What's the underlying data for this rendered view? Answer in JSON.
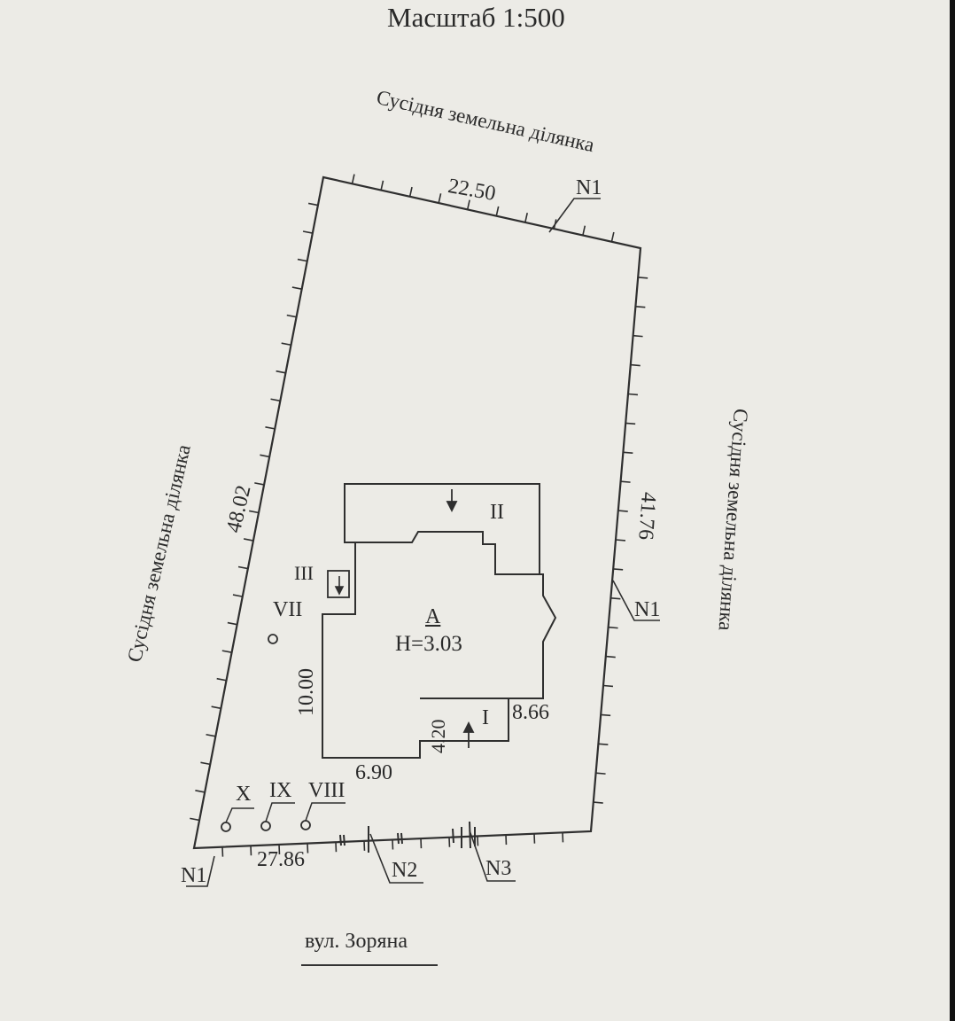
{
  "title": "Масштаб 1:500",
  "neighbor_label": "Сусідня земельна ділянка",
  "street": "вул. Зоряна",
  "dimensions": {
    "top": "22.50",
    "left": "48.02",
    "right": "41.76",
    "bottom": "27.86",
    "house_depth": "10.00",
    "house_front": "6.90",
    "house_right": "8.66",
    "porch": "4.20"
  },
  "markers": {
    "n1": "N1",
    "n2": "N2",
    "n3": "N3"
  },
  "structures": {
    "main_letter": "А",
    "main_height": "H=3.03",
    "annex_1": "I",
    "annex_2": "II",
    "annex_3": "III",
    "point_7": "VII",
    "point_8": "VIII",
    "point_9": "IX",
    "point_10": "X"
  }
}
